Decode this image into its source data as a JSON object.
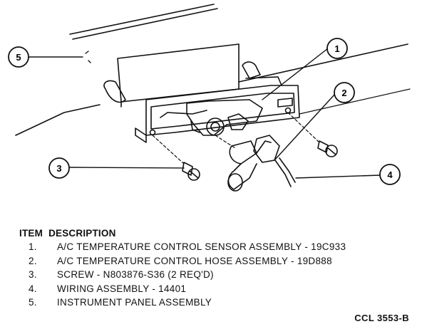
{
  "callouts": [
    {
      "id": "1",
      "label": "1"
    },
    {
      "id": "2",
      "label": "2"
    },
    {
      "id": "3",
      "label": "3"
    },
    {
      "id": "4",
      "label": "4"
    },
    {
      "id": "5",
      "label": "5"
    }
  ],
  "legend": {
    "header_item": "ITEM",
    "header_description": "DESCRIPTION",
    "rows": [
      {
        "num": "1.",
        "text": "A/C TEMPERATURE CONTROL SENSOR ASSEMBLY - 19C933"
      },
      {
        "num": "2.",
        "text": "A/C TEMPERATURE CONTROL HOSE ASSEMBLY - 19D888"
      },
      {
        "num": "3.",
        "text": "SCREW - N803876-S36 (2 REQ'D)"
      },
      {
        "num": "4.",
        "text": "WIRING ASSEMBLY - 14401"
      },
      {
        "num": "5.",
        "text": "INSTRUMENT PANEL ASSEMBLY"
      }
    ]
  },
  "figure_code": "CCL 3553-B",
  "colors": {
    "ink": "#111111",
    "paper": "#ffffff"
  }
}
